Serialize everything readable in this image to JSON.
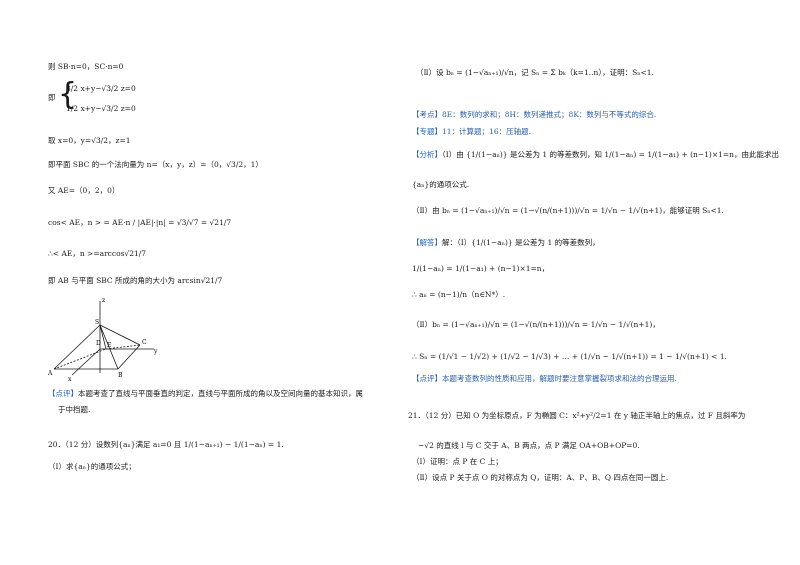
{
  "left": {
    "l1": "则 SB·n=0，SC·n=0",
    "l2_pre": "即",
    "sys1": "3/2 x+y−√3/2 z=0",
    "sys2": "1/2 x+y−√3/2 z=0",
    "l3": "取 x=0，y=√3/2，z=1",
    "l4": "即平面 SBC 的一个法向量为 n=（x，y，z）=（0，√3/2，1）",
    "l5": "又 AE=（0，2，0）",
    "l6": "cos< AE，n > = AE·n / |AE|·|n| = √3/√7 = √21/7",
    "l7": "∴< AE，n >=arccos√21/7",
    "l8": "即 AB 与平面 SBC 所成的角的大小为 arcsin√21/7",
    "fig_labels": [
      "z",
      "S",
      "D",
      "E",
      "C",
      "y",
      "A",
      "x",
      "B"
    ],
    "comment_tag": "【点评】",
    "comment_text": "本题考查了直线与平面垂直的判定，直线与平面所成的角以及空间向量的基本知识，属",
    "comment_text2": "于中档题.",
    "q20": "20．（12 分）设数列{aₙ}满足 a₁=0 且",
    "q20_eq": "1/(1−aₙ₊₁) − 1/(1−aₙ) = 1.",
    "q20_1": "（Ⅰ）求{aₙ}的通项公式；"
  },
  "right": {
    "r1": "（Ⅱ）设 bₙ = (1−√aₙ₊₁)/√n，记 Sₙ = Σ bₖ（k=1..n），证明：Sₙ<1.",
    "kd_tag": "【考点】",
    "kd_text": "8E：数列的求和；8H：数列递推式；8K：数列与不等式的综合.",
    "zt_tag": "【专题】",
    "zt_text": "11：计算题；16：压轴题.",
    "fx_tag": "【分析】",
    "fx_text": "（Ⅰ）由 {1/(1−aₙ)} 是公差为 1 的等差数列，知 1/(1−aₙ) = 1/(1−a₁) + (n−1)×1=n，由此能求出",
    "fx_text2": "{aₙ}的通项公式.",
    "fx_text3": "（Ⅱ）由 bₙ = (1−√aₙ₊₁)/√n = (1−√(n/(n+1)))/√n = 1/√n − 1/√(n+1)，能够证明 Sₙ<1.",
    "jd_tag": "【解答】",
    "jd_text": "解：（Ⅰ）{1/(1−aₙ)} 是公差为 1 的等差数列，",
    "jd_text2": "1/(1−aₙ) = 1/(1−a₁) + (n−1)×1=n，",
    "jd_text3": "∴ aₙ = (n−1)/n（n∈N*）.",
    "jd_text4": "（Ⅱ）bₙ = (1−√aₙ₊₁)/√n = (1−√(n/(n+1)))/√n = 1/√n − 1/√(n+1)，",
    "jd_text5": "∴ Sₙ = (1/√1 − 1/√2) + (1/√2 − 1/√3) + … + (1/√n − 1/√(n+1)) = 1 − 1/√(n+1) < 1.",
    "dp_tag": "【点评】",
    "dp_text": "本题考查数列的性质和应用，解题时要注意掌握裂项求和法的合理运用.",
    "q21": "21．（12 分）已知 O 为坐标原点，F 为椭圆 C：x²+y²/2=1 在 y 轴正半轴上的焦点，过 F 且斜率为",
    "q21_2": "−√2 的直线 l 与 C 交于 A、B 两点，点 P 满足 OA+OB+OP=0.",
    "q21_3": "（Ⅰ）证明：点 P 在 C 上；",
    "q21_4": "（Ⅱ）设点 P 关于点 O 的对称点为 Q，证明：A、P、B、Q 四点在同一圆上."
  }
}
